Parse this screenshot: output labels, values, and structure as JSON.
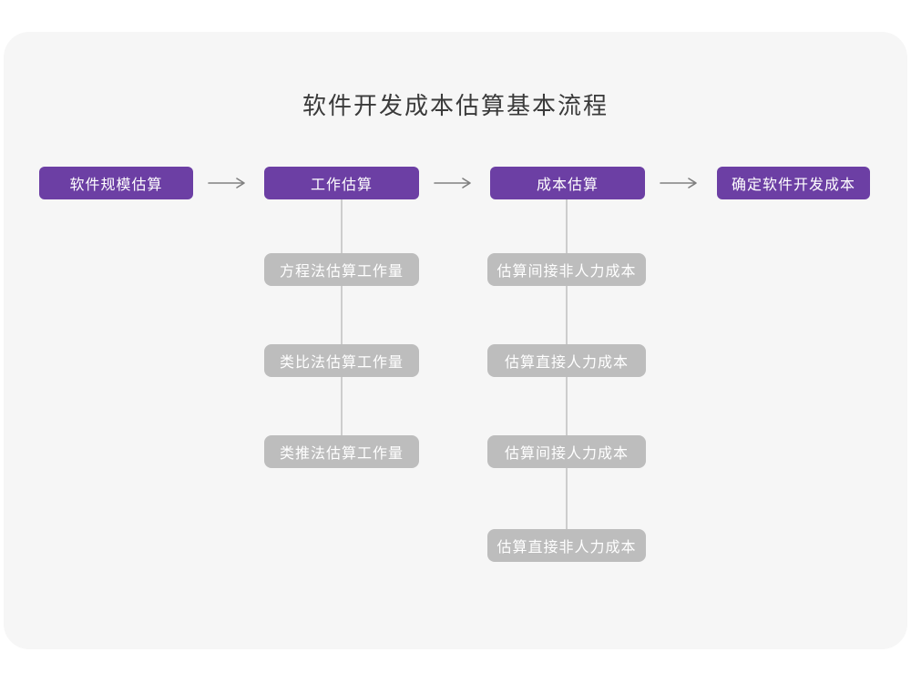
{
  "title": "软件开发成本估算基本流程",
  "colors": {
    "page_bg": "#ffffff",
    "card_bg": "#f6f6f6",
    "primary_purple": "#6c3fa4",
    "sub_box_gray": "#bdbdbd",
    "connector_line": "#cdcdcd",
    "arrow": "#808080",
    "title_text": "#3a3a3a",
    "box_text": "#ffffff"
  },
  "flow": {
    "main_steps": [
      {
        "label": "软件规模估算"
      },
      {
        "label": "工作估算"
      },
      {
        "label": "成本估算"
      },
      {
        "label": "确定软件开发成本"
      }
    ],
    "work_estimation_methods": [
      {
        "label": "方程法估算工作量"
      },
      {
        "label": "类比法估算工作量"
      },
      {
        "label": "类推法估算工作量"
      }
    ],
    "cost_estimation_items": [
      {
        "label": "估算间接非人力成本"
      },
      {
        "label": "估算直接人力成本"
      },
      {
        "label": "估算间接人力成本"
      },
      {
        "label": "估算直接非人力成本"
      }
    ]
  }
}
